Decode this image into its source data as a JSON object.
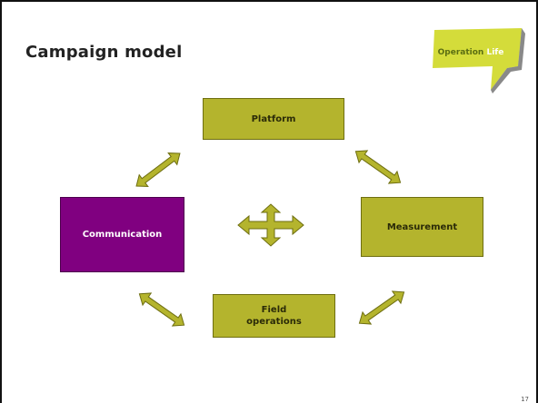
{
  "slide": {
    "title": "Campaign model",
    "page_number": "17"
  },
  "logo": {
    "word1": "Operation",
    "word2": "Life",
    "accent": "#d4dc3a"
  },
  "nodes": {
    "platform": "Platform",
    "communication": "Communication",
    "measurement": "Measurement",
    "field_operations": "Field\noperations"
  },
  "colors": {
    "node_green": "#b4b42d",
    "node_purple": "#800080",
    "arrow_fill": "#b4b42d"
  },
  "icons": {
    "connector": "double-headed-arrow-icon",
    "center": "four-way-arrow-icon"
  }
}
